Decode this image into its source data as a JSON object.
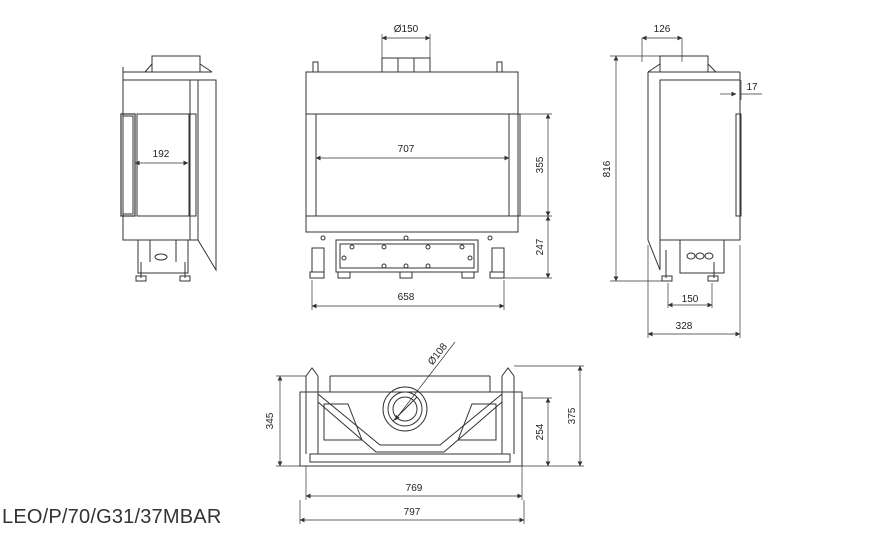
{
  "model_code": "LEO/P/70/G31/37MBAR",
  "dimensions": {
    "side_left_width": "192",
    "flue_diameter_front": "Ø150",
    "glass_width": "707",
    "glass_height": "355",
    "base_height": "247",
    "front_width": "658",
    "top_collar_offset": "126",
    "side_frame_depth": "17",
    "total_height": "816",
    "foot_spacing": "150",
    "total_depth": "328",
    "flue_diameter_top": "Ø108",
    "top_depth": "345",
    "top_inner_depth": "254",
    "top_total_depth": "375",
    "top_inner_width": "769",
    "top_total_width": "797"
  }
}
